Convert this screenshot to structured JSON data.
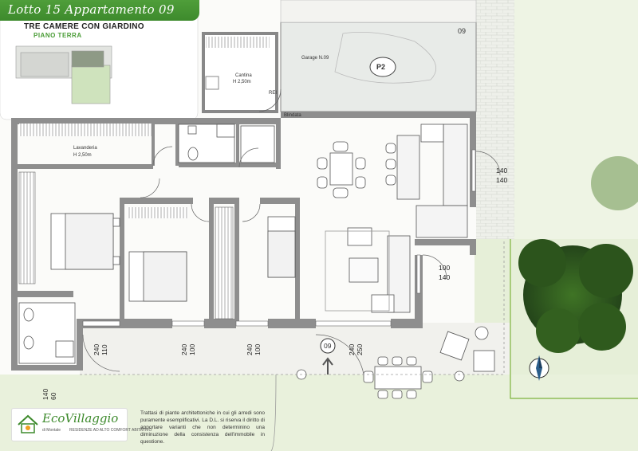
{
  "header": {
    "title": "Lotto  15 Appartamento 09",
    "subtitle": "TRE CAMERE CON  GIARDINO",
    "floor": "PIANO  TERRA"
  },
  "rooms": {
    "garage": "Garage N.09",
    "garage_number": "09",
    "parking": "P2",
    "cantina": "Cantina",
    "cantina_height": "H 2,50m",
    "rei": "REI",
    "blindata": "Blindata",
    "lavanderia": "Lavanderia",
    "lavanderia_height": "H 2,50m",
    "apartment_tag": "09"
  },
  "dimensions": {
    "d1_top": "140",
    "d1_bottom": "140",
    "d2_top": "100",
    "d2_bottom": "140",
    "w1_a": "110",
    "w1_b": "240",
    "w2_a": "100",
    "w2_b": "240",
    "w3_a": "100",
    "w3_b": "240",
    "w4_a": "250",
    "w4_b": "240",
    "w5_a": "60",
    "w5_b": "140"
  },
  "logo": {
    "name": "EcoVillaggio",
    "place": "di Montale",
    "tagline": "RESIDENZE AD ALTO COMFORT ABITATIVO"
  },
  "disclaimer": "Trattasi di piante architettoniche in cui gli arredi sono puramente esemplificativi. La D.L. si riserva il diritto di apportare varianti che non determinino una diminuzione della consistenza dell'immobile in questione.",
  "colors": {
    "brand_green": "#3d8a2c",
    "wall": "#8e8e8e",
    "garden": "#e9f1dc",
    "tree": "#2f5a1d"
  }
}
